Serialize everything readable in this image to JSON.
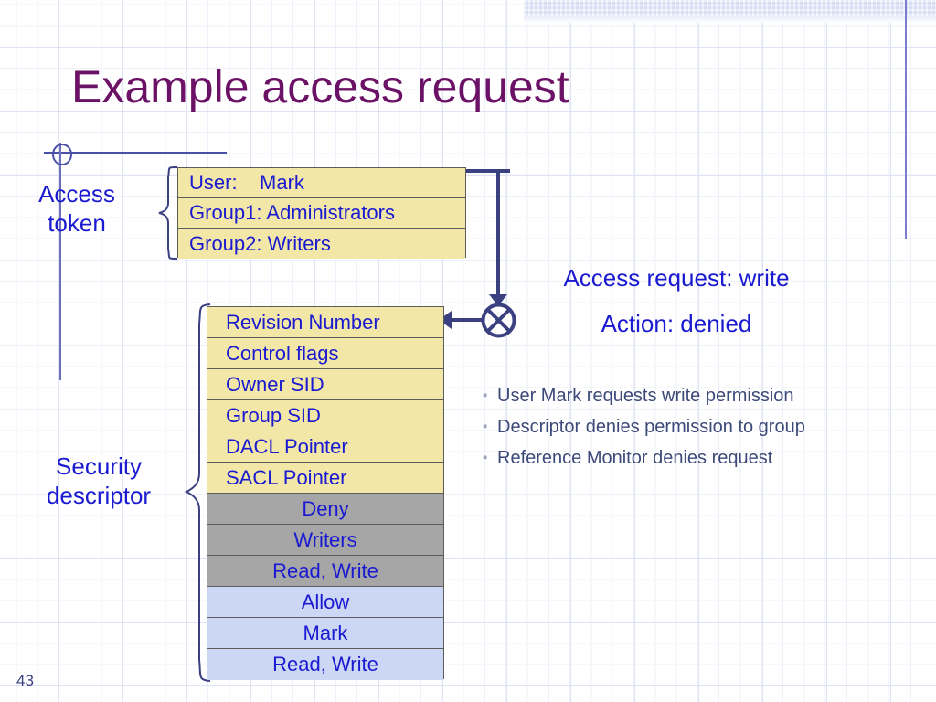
{
  "slide": {
    "title": "Example access request",
    "number": "43",
    "accent_title_color": "#6b1166",
    "accent_text_color": "#1a1ad0",
    "bullet_text_color": "#3d4a79",
    "connector_color": "#3a4080"
  },
  "labels": {
    "access_token": "Access\ntoken",
    "access_token_line1": "Access",
    "access_token_line2": "token",
    "security_descriptor_line1": "Security",
    "security_descriptor_line2": "descriptor"
  },
  "access_token": {
    "rows": [
      {
        "text": "User:    Mark",
        "fill": "#f2e7a6"
      },
      {
        "text": "Group1: Administrators",
        "fill": "#f2e7a6"
      },
      {
        "text": "Group2: Writers",
        "fill": "#f2e7a6"
      }
    ]
  },
  "security_descriptor": {
    "rows": [
      {
        "text": "Revision Number",
        "fill": "#f2e7a6",
        "style": "indent"
      },
      {
        "text": "Control flags",
        "fill": "#f2e7a6",
        "style": "indent"
      },
      {
        "text": "Owner SID",
        "fill": "#f2e7a6",
        "style": "indent"
      },
      {
        "text": "Group SID",
        "fill": "#f2e7a6",
        "style": "indent"
      },
      {
        "text": "DACL Pointer",
        "fill": "#f2e7a6",
        "style": "indent"
      },
      {
        "text": "SACL Pointer",
        "fill": "#f2e7a6",
        "style": "indent"
      },
      {
        "text": "Deny",
        "fill": "#a6a6a6",
        "style": "center"
      },
      {
        "text": "Writers",
        "fill": "#a6a6a6",
        "style": "center"
      },
      {
        "text": "Read, Write",
        "fill": "#a6a6a6",
        "style": "center"
      },
      {
        "text": "Allow",
        "fill": "#ccd7f5",
        "style": "center"
      },
      {
        "text": "Mark",
        "fill": "#ccd7f5",
        "style": "center"
      },
      {
        "text": "Read, Write",
        "fill": "#ccd7f5",
        "style": "center"
      }
    ]
  },
  "callouts": {
    "access_request": "Access request: write",
    "action": "Action: denied"
  },
  "bullets": [
    "User Mark requests write permission",
    "Descriptor denies permission to group",
    "Reference Monitor denies request"
  ],
  "icons": {
    "reference_monitor": "circle-x-icon",
    "arrow_down": "arrow-down-icon",
    "arrow_left": "arrow-left-icon",
    "brace_token": "curly-brace-icon",
    "brace_descriptor": "curly-brace-icon",
    "deco_circle": "circle-outline-icon"
  }
}
